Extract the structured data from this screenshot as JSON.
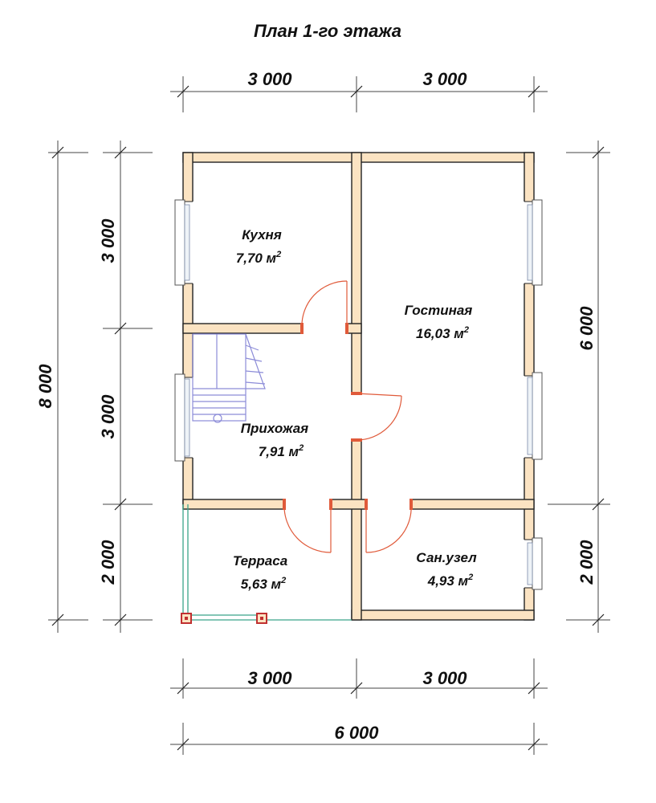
{
  "plan": {
    "title": "План 1-го этажа",
    "dims": {
      "top_left": "3 000",
      "top_right": "3 000",
      "bottom_left": "3 000",
      "bottom_right": "3 000",
      "bottom_total": "6 000",
      "left_total": "8 000",
      "left_top": "3 000",
      "left_middle": "3 000",
      "left_bottom": "2 000",
      "right_top": "6 000",
      "right_bottom": "2 000"
    },
    "rooms": [
      {
        "name": "Кухня",
        "area": "7,70 м",
        "unit_sup": "2"
      },
      {
        "name": "Гостиная",
        "area": "16,03 м",
        "unit_sup": "2"
      },
      {
        "name": "Прихожая",
        "area": "7,91 м",
        "unit_sup": "2"
      },
      {
        "name": "Терраса",
        "area": "5,63 м",
        "unit_sup": "2"
      },
      {
        "name": "Сан.узел",
        "area": "4,93 м",
        "unit_sup": "2"
      }
    ]
  }
}
